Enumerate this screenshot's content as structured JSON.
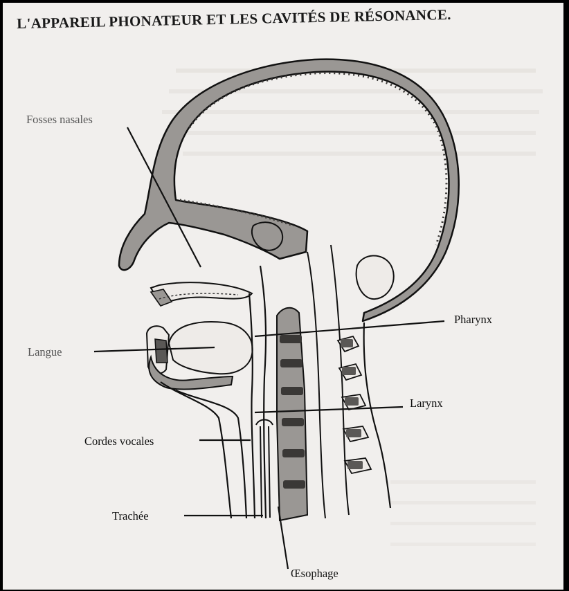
{
  "title": "L'APPAREIL PHONATEUR ET LES CAVITÉS DE RÉSONANCE.",
  "labels": {
    "fosses_nasales": "Fosses nasales",
    "langue": "Langue",
    "pharynx": "Pharynx",
    "larynx": "Larynx",
    "cordes_vocales": "Cordes vocales",
    "trachee": "Trachée",
    "oesophage": "Œsophage"
  },
  "colors": {
    "bone_fill": "#9a9794",
    "outline": "#111111",
    "paper": "#f1efed",
    "frame": "#000000"
  }
}
